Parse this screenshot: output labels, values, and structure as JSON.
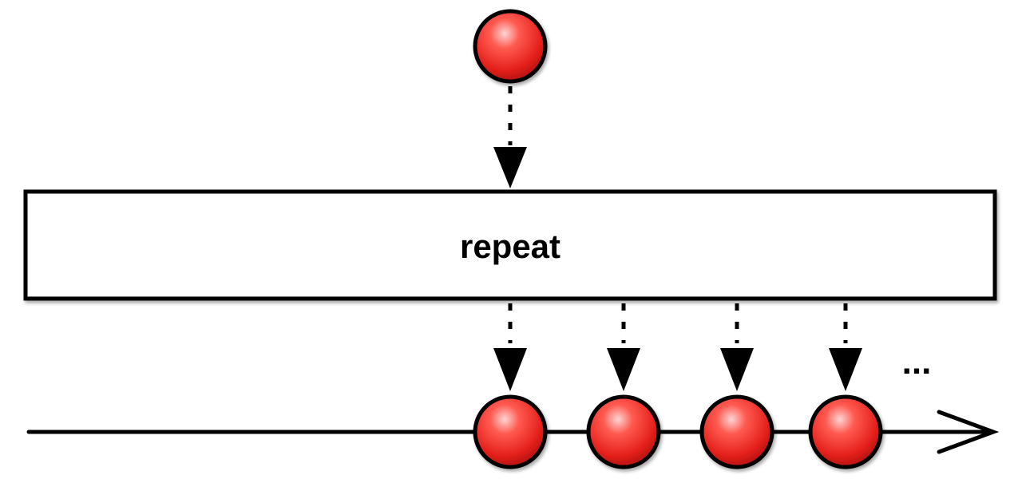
{
  "operator": {
    "label": "repeat"
  },
  "ellipsis": "...",
  "colors": {
    "marble_fill": "#e4201b",
    "marble_highlight": "#ffd4d4",
    "marble_shadow": "#a10c0a",
    "stroke": "#000000",
    "background": "#ffffff"
  },
  "input_stream": {
    "items": [
      {
        "shape": "circle",
        "color": "red"
      }
    ]
  },
  "output_stream": {
    "items": [
      {
        "shape": "circle",
        "color": "red"
      },
      {
        "shape": "circle",
        "color": "red"
      },
      {
        "shape": "circle",
        "color": "red"
      },
      {
        "shape": "circle",
        "color": "red"
      }
    ],
    "continues": true
  }
}
